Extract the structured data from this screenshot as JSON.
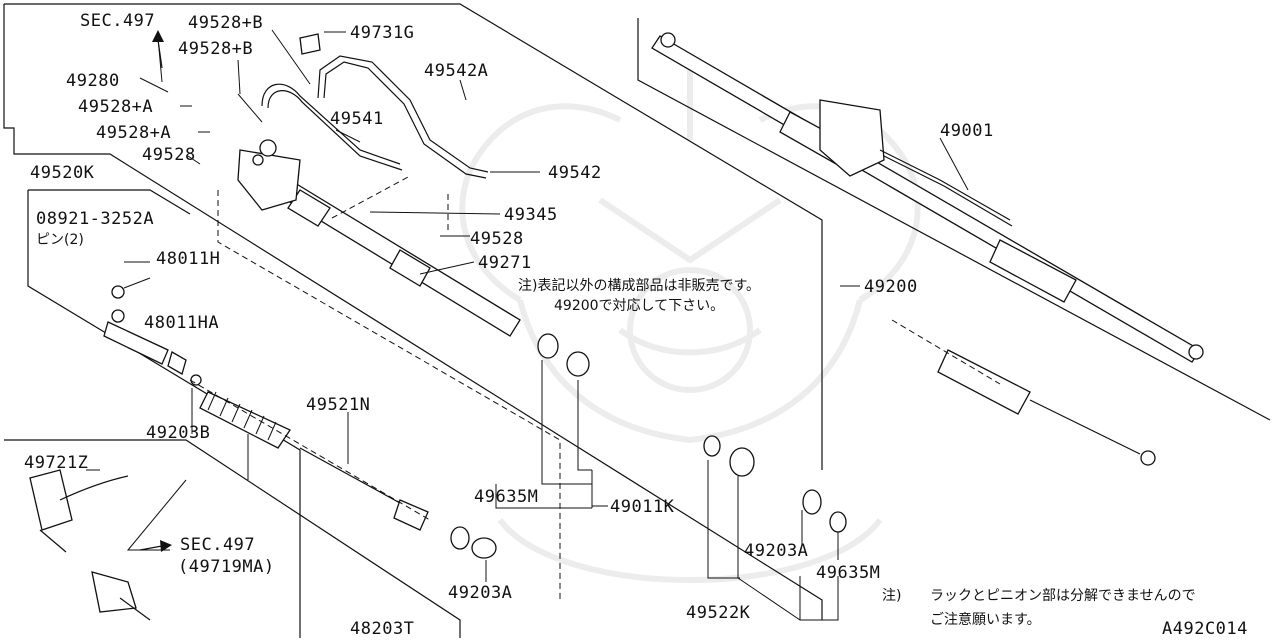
{
  "labels": {
    "sec497_top": "SEC.497",
    "p49528_b1": "49528+B",
    "p49528_b2": "49528+B",
    "p49731g": "49731G",
    "p49280": "49280",
    "p49542a": "49542A",
    "p49528_a1": "49528+A",
    "p49541": "49541",
    "p49528_a2": "49528+A",
    "p49528_1": "49528",
    "p49542": "49542",
    "p49520k": "49520K",
    "p08921": "08921-3252A",
    "pin2": "ピン(2)",
    "p49345": "49345",
    "p49528_2": "49528",
    "p48011h": "48011H",
    "p49271": "49271",
    "p49200": "49200",
    "p48011ha": "48011HA",
    "p49001": "49001",
    "p49521n": "49521N",
    "p49203b": "49203B",
    "p49721z": "49721Z",
    "p49635m_1": "49635M",
    "p49011k": "49011K",
    "p49203a_1": "49203A",
    "p49203a_2": "49203A",
    "sec497_bottom": "SEC.497",
    "p49719ma": "(49719MA)",
    "p49635m_2": "49635M",
    "p49522k": "49522K",
    "p48203t": "48203T",
    "figure_code": "A492C014"
  },
  "notes": {
    "note1_line1": "注)表記以外の構成部品は非販売です。",
    "note1_line2": "49200で対応して下さい。",
    "note2_prefix": "注)",
    "note2_line1": "ラックとピニオン部は分解できませんので",
    "note2_line2": "ご注意願います。"
  },
  "watermark": "samurai-helmet-logo"
}
